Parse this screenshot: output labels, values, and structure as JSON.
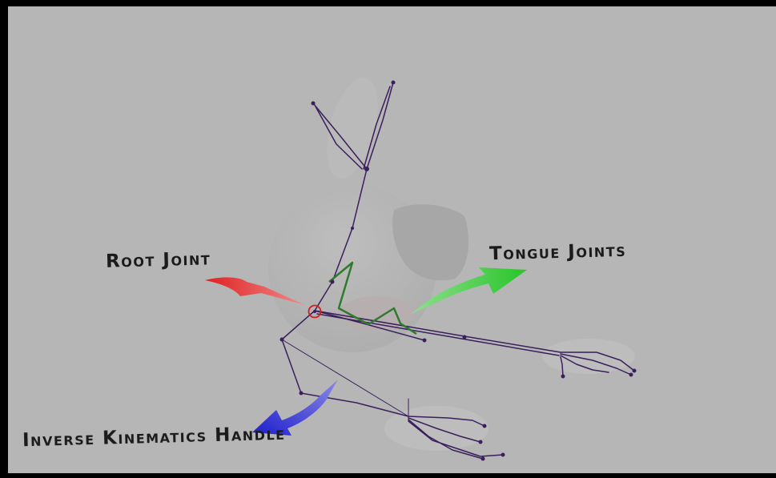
{
  "labels": {
    "root_joint": "Root Joint",
    "tongue_joints": "Tongue Joints",
    "ik_handle": "Inverse Kinematics Handle"
  },
  "colors": {
    "background": "#b6b6b6",
    "frame": "#000000",
    "bone": "#3a1f5c",
    "tongue_bone": "#2f7a2f",
    "root_marker": "#d02020",
    "arrow_red": "#e02a2a",
    "arrow_green": "#2fc42f",
    "arrow_blue": "#2828cc",
    "text": "#1b1b1b"
  }
}
